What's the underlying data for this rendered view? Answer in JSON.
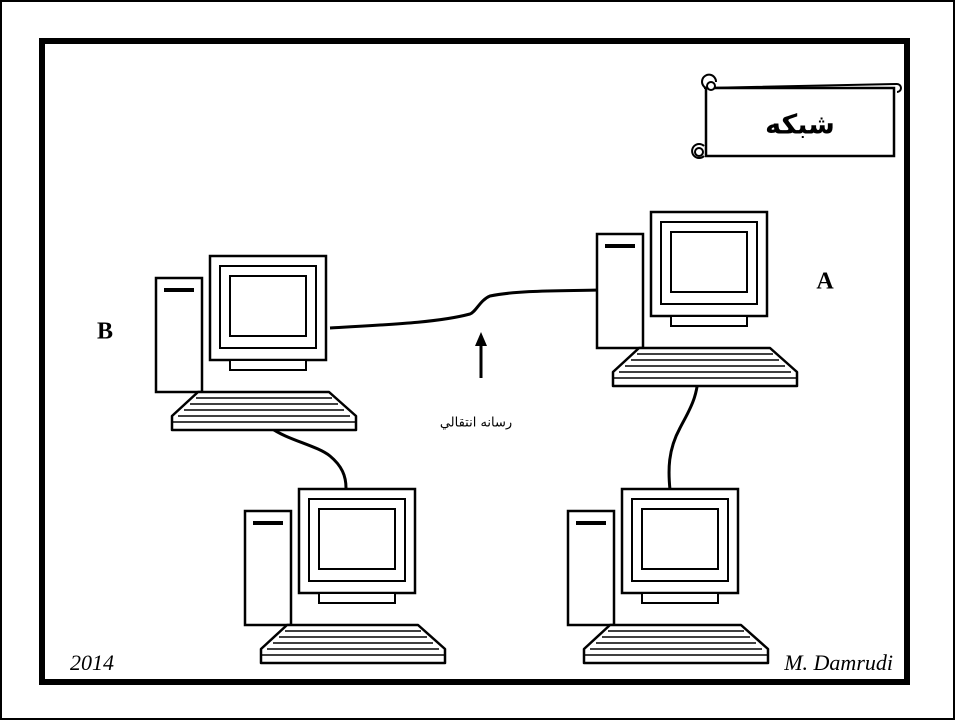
{
  "title": "شبکه",
  "labels": {
    "computer_a": "A",
    "computer_b": "B",
    "media": "رسانه انتقالي"
  },
  "footer": {
    "year": "2014",
    "author": "M. Damrudi"
  }
}
